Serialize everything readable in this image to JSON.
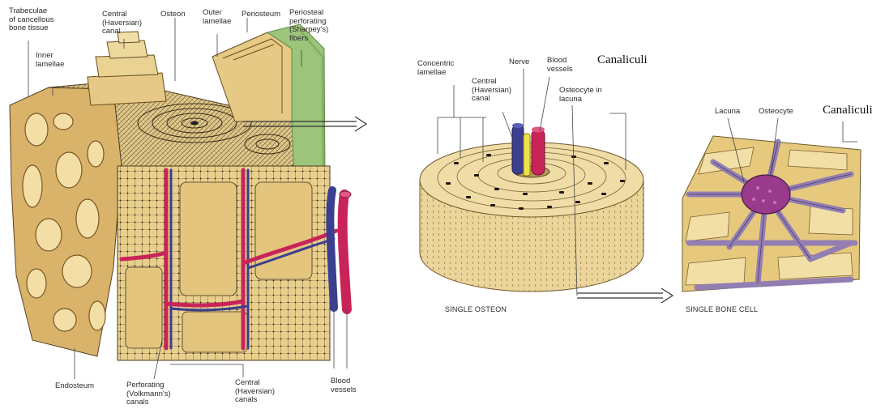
{
  "panels": {
    "compact_bone": {
      "labels": {
        "trabeculae": "Trabeculae\nof cancellous\nbone tissue",
        "inner_lamellae": "Inner\nlamellae",
        "central_canal": "Central\n(Haversian)\ncanal",
        "osteon": "Osteon",
        "outer_lamellae": "Outer\nlamellae",
        "periosteum": "Periosteum",
        "perforating_fibers": "Periosteal\nperforating\n(Sharpey's)\nfibers",
        "endosteum": "Endosteum",
        "perforating_canals": "Perforating\n(Volkmann's)\ncanals",
        "central_canals": "Central\n(Haversian)\ncanals",
        "blood_vessels": "Blood\nvessels"
      }
    },
    "single_osteon": {
      "caption": "SINGLE OSTEON",
      "labels": {
        "concentric_lamellae": "Concentric\nlamellae",
        "central_canal": "Central\n(Haversian)\ncanal",
        "nerve": "Nerve",
        "blood_vessels": "Blood\nvessels",
        "canaliculi": "Canaliculi",
        "osteocyte_in_lacuna": "Osteocyte in\nlacuna"
      }
    },
    "single_bone_cell": {
      "caption": "SINGLE BONE CELL",
      "labels": {
        "lacuna": "Lacuna",
        "osteocyte": "Osteocyte",
        "canaliculi": "Canaliculi"
      }
    }
  },
  "colors": {
    "bone": "#e9cf8c",
    "bone_dark": "#b98a3e",
    "artery": "#c8245a",
    "vein": "#3b3f8f",
    "nerve": "#f2e24a",
    "periosteum": "#9cc47a",
    "osteocyte": "#9a3a8c",
    "cell_network": "#8f7bb5"
  }
}
